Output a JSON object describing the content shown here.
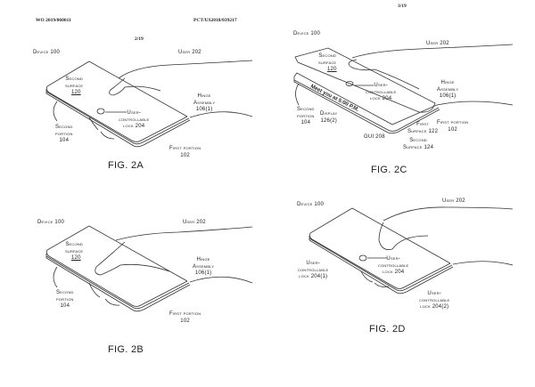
{
  "header": {
    "pub_number": "WO 2019/060011",
    "app_number": "PCT/US2018/039217",
    "sheet_left": "2/19",
    "sheet_right": "3/19"
  },
  "figures": [
    {
      "caption": "FIG. 2A",
      "labels": {
        "device": "Device 100",
        "user": "User 202",
        "second_surface": "Second\nsurface",
        "second_surface_num": "120",
        "hinge": "Hinge\nAssembly\n106(1)",
        "lock": "User-\ncontrollable\nlock 204",
        "second_portion": "Second\nportion\n104",
        "first_portion": "First portion\n102"
      }
    },
    {
      "caption": "FIG. 2B",
      "labels": {
        "device": "Device 100",
        "user": "User 202",
        "second_surface": "Second\nsurface",
        "second_surface_num": "120",
        "hinge": "Hinge\nAssembly\n106(1)",
        "second_portion": "Second\nportion\n104",
        "first_portion": "First portion\n102"
      }
    },
    {
      "caption": "FIG. 2C",
      "labels": {
        "device": "Device 100",
        "user": "User 202",
        "second_surface": "Second\nsurface",
        "second_surface_num": "120",
        "lock": "User-\ncontrollable\nlock 204",
        "hinge": "Hinge\nAssembly\n106(1)",
        "display_text": "Meet you at 5:00 P.M.",
        "second_portion": "Second\nportion\n104",
        "display": "Display\n126(2)",
        "gui": "GUI 208",
        "first_surface": "First\nSurface 122",
        "first_portion": "First portion\n102",
        "second_surface_b": "Second\nSurface 124"
      }
    },
    {
      "caption": "FIG. 2D",
      "labels": {
        "device": "Device 100",
        "user": "User 202",
        "lock": "User-\ncontrollable\nlock 204",
        "lock1": "User-\ncontrollable\nlock 204(1)",
        "lock2": "User-\ncontrollable\nlock 204(2)"
      }
    }
  ]
}
